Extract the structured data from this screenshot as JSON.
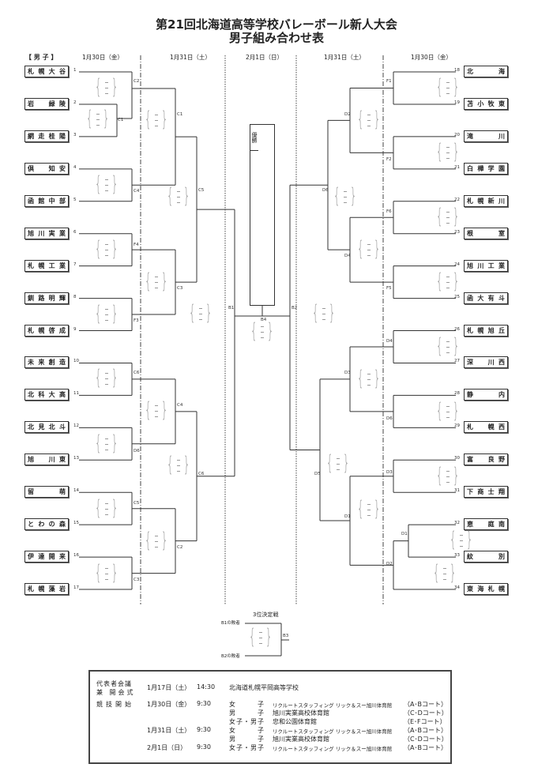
{
  "title": {
    "line1": "第21回北海道高等学校バレーボール新人大会",
    "line2": "男子組み合わせ表"
  },
  "header": {
    "division": "【 男 子 】",
    "dates": [
      "1月30日（金）",
      "1月31日（土）",
      "2月1日（日）",
      "1月31日（土）",
      "1月30日（金）"
    ]
  },
  "teams_left": [
    {
      "seed": "1",
      "name": "札幌大谷"
    },
    {
      "seed": "2",
      "name": "岩　緑陵"
    },
    {
      "seed": "3",
      "name": "網走桂陽"
    },
    {
      "seed": "4",
      "name": "倶　知安"
    },
    {
      "seed": "5",
      "name": "函館中部"
    },
    {
      "seed": "6",
      "name": "旭川実業"
    },
    {
      "seed": "7",
      "name": "札幌工業"
    },
    {
      "seed": "8",
      "name": "釧路明輝"
    },
    {
      "seed": "9",
      "name": "札幌啓成"
    },
    {
      "seed": "10",
      "name": "未来創造"
    },
    {
      "seed": "11",
      "name": "北科大高"
    },
    {
      "seed": "12",
      "name": "北見北斗"
    },
    {
      "seed": "13",
      "name": "旭　川東"
    },
    {
      "seed": "14",
      "name": "留　　萌"
    },
    {
      "seed": "15",
      "name": "とわの森"
    },
    {
      "seed": "16",
      "name": "伊達開来"
    },
    {
      "seed": "17",
      "name": "札幌藻岩"
    }
  ],
  "teams_right": [
    {
      "seed": "18",
      "name": "北　　海"
    },
    {
      "seed": "19",
      "name": "苫小牧東"
    },
    {
      "seed": "20",
      "name": "滝　　川"
    },
    {
      "seed": "21",
      "name": "白樺学園"
    },
    {
      "seed": "22",
      "name": "札幌新川"
    },
    {
      "seed": "23",
      "name": "根　　室"
    },
    {
      "seed": "24",
      "name": "旭川工業"
    },
    {
      "seed": "25",
      "name": "函大有斗"
    },
    {
      "seed": "26",
      "name": "札幌旭丘"
    },
    {
      "seed": "27",
      "name": "深　川西"
    },
    {
      "seed": "28",
      "name": "静　　内"
    },
    {
      "seed": "29",
      "name": "札　幌西"
    },
    {
      "seed": "30",
      "name": "富　良野"
    },
    {
      "seed": "31",
      "name": "下商士翔"
    },
    {
      "seed": "32",
      "name": "恵　庭南"
    },
    {
      "seed": "33",
      "name": "紋　　別"
    },
    {
      "seed": "34",
      "name": "東海札幌"
    }
  ],
  "match_labels": [
    "C2",
    "C1",
    "C4",
    "F4",
    "F3",
    "C6",
    "D6",
    "C5",
    "C3",
    "C1",
    "C3",
    "C4",
    "C2",
    "C5",
    "C6",
    "B1",
    "B4",
    "B2",
    "F1",
    "F2",
    "D2",
    "F6",
    "F5",
    "D4",
    "D6",
    "D4",
    "D6",
    "D3",
    "D3",
    "D1",
    "D2",
    "D1",
    "D5",
    "B3"
  ],
  "champion_label": "優勝",
  "third_place": {
    "title": "3位決定戦",
    "b1_loser": "B1の敗者",
    "b2_loser": "B2の敗者"
  },
  "score_placeholder": "−",
  "info": {
    "meeting_label_1": "代表者会議",
    "meeting_label_2": "兼 開会式",
    "meeting_date": "1月17日（土）",
    "meeting_time": "14:30",
    "meeting_venue": "北海道札幌平岡高等学校",
    "start_label": "競技開始",
    "schedule": [
      {
        "date": "1月30日（金）",
        "time": "9:30",
        "gender": "女　　　子",
        "venue": "リクルートスタッフィング リック＆スー旭川体育館",
        "courts": "（A･Bコート）"
      },
      {
        "date": "",
        "time": "",
        "gender": "男　　　子",
        "venue": "旭川実業高校体育館",
        "courts": "（C･Dコート）"
      },
      {
        "date": "",
        "time": "",
        "gender": "女子・男子",
        "venue": "忠和公園体育館",
        "courts": "（E･Fコート）"
      },
      {
        "date": "1月31日（土）",
        "time": "9:30",
        "gender": "女　　　子",
        "venue": "リクルートスタッフィング リック＆スー旭川体育館",
        "courts": "（A･Bコート）"
      },
      {
        "date": "",
        "time": "",
        "gender": "男　　　子",
        "venue": "旭川実業高校体育館",
        "courts": "（C･Dコート）"
      },
      {
        "date": "2月1日（日）",
        "time": "9:30",
        "gender": "女子・男子",
        "venue": "リクルートスタッフィング リック＆スー旭川体育館",
        "courts": "（A･Bコート）"
      }
    ]
  }
}
